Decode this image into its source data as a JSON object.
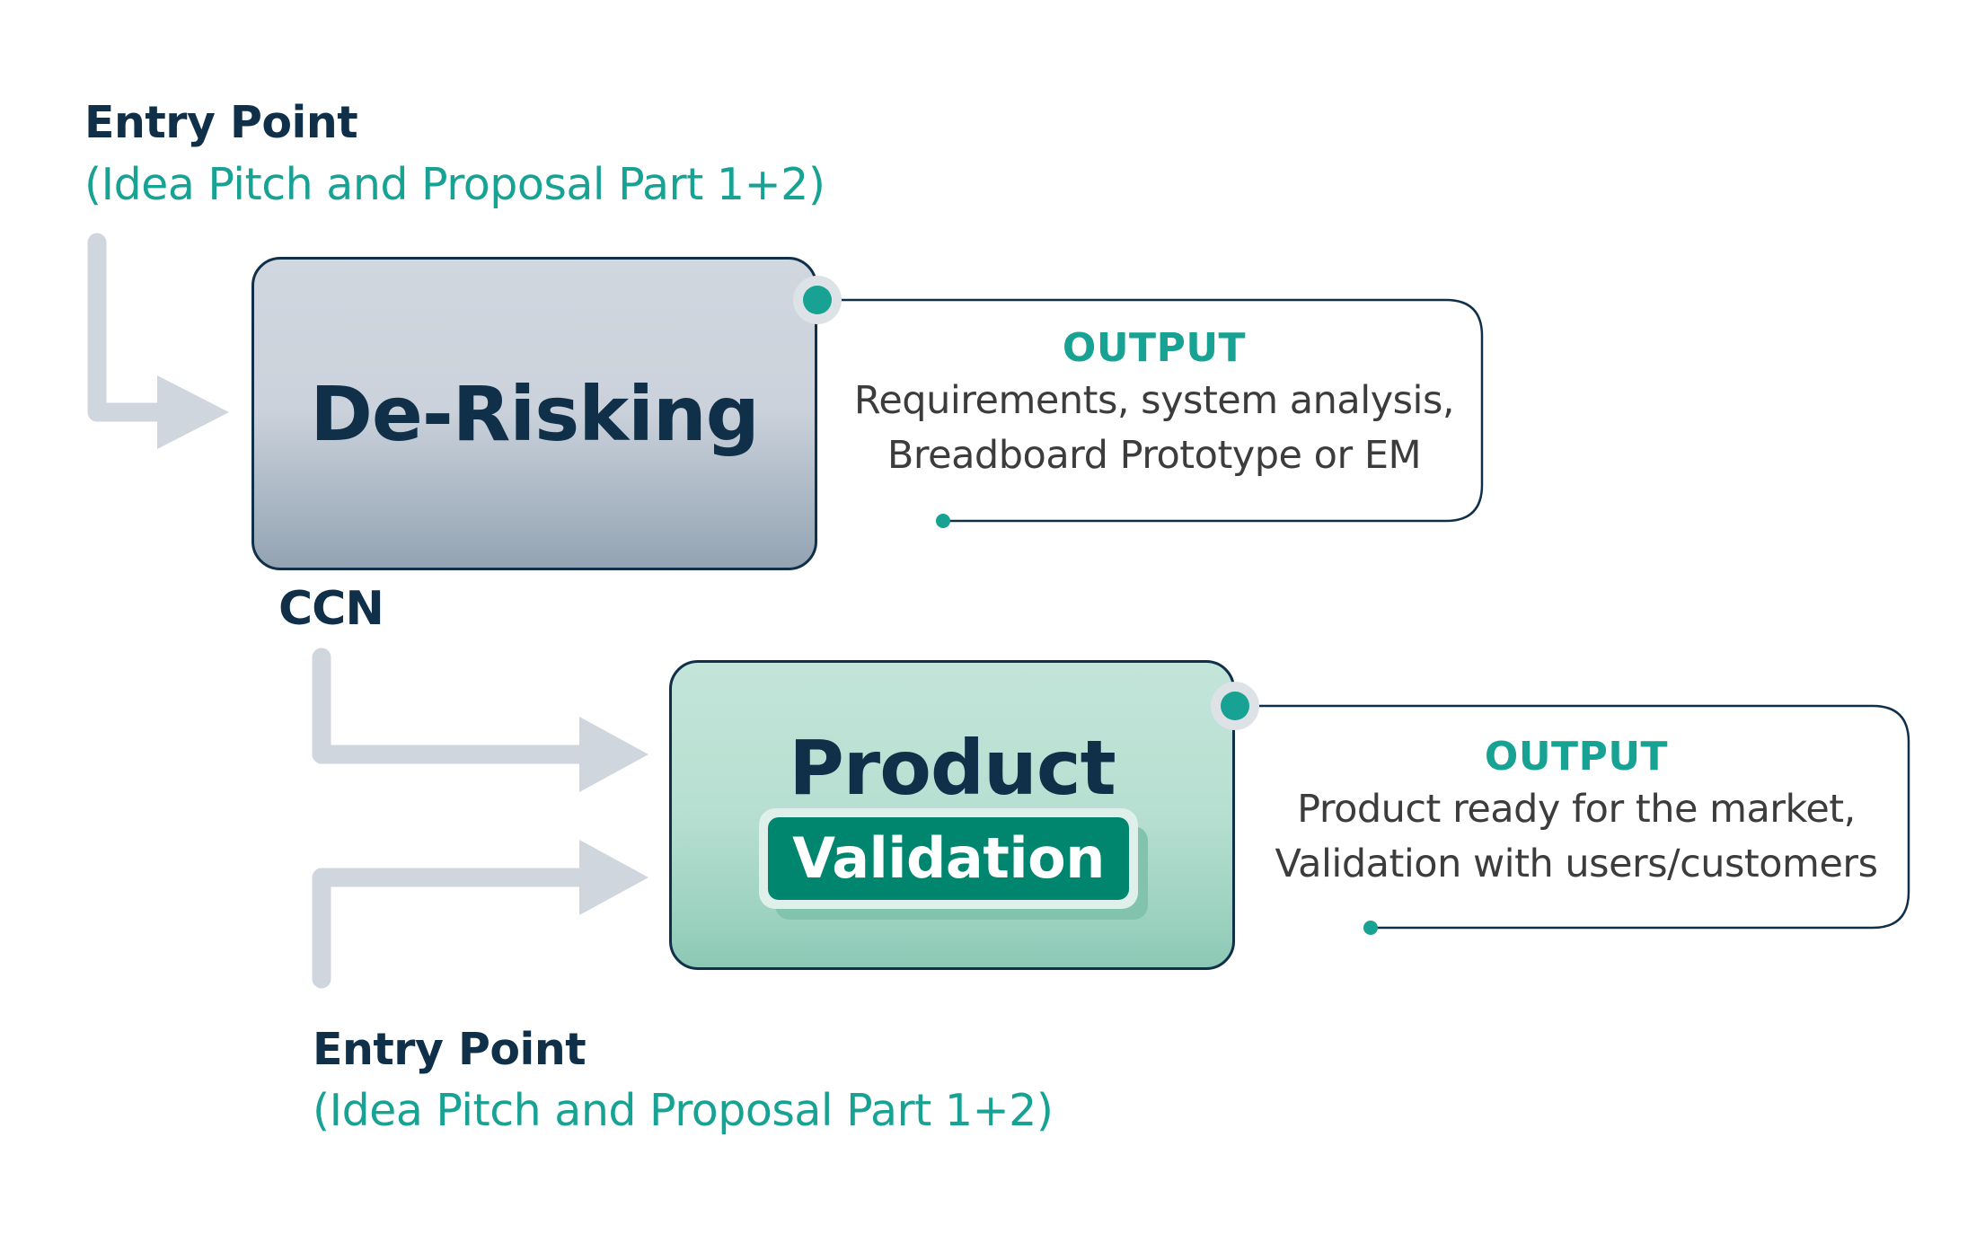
{
  "entry_top": {
    "title": "Entry Point",
    "subtitle": "(Idea Pitch and Proposal Part 1+2)"
  },
  "entry_bottom": {
    "title": "Entry Point",
    "subtitle": "(Idea Pitch and Proposal Part 1+2)"
  },
  "stages": {
    "derisking": {
      "title": "De-Risking"
    },
    "product": {
      "title": "Product",
      "badge": "Validation"
    }
  },
  "outputs": {
    "derisking": {
      "label": "OUTPUT",
      "line1": "Requirements, system analysis,",
      "line2": "Breadboard Prototype or EM"
    },
    "product": {
      "label": "OUTPUT",
      "line1": "Product ready for the market,",
      "line2": "Validation with users/customers"
    }
  },
  "ccn": "CCN",
  "colors": {
    "navy": "#10304a",
    "teal": "#17a293",
    "arrow_gray": "#cfd6de",
    "derisk_box_top": "#d1d7df",
    "derisk_box_bottom": "#93a3b2",
    "product_box_top": "#c3e5d9",
    "product_box_bottom": "#8cc8b5",
    "validation_green": "#00856f"
  }
}
